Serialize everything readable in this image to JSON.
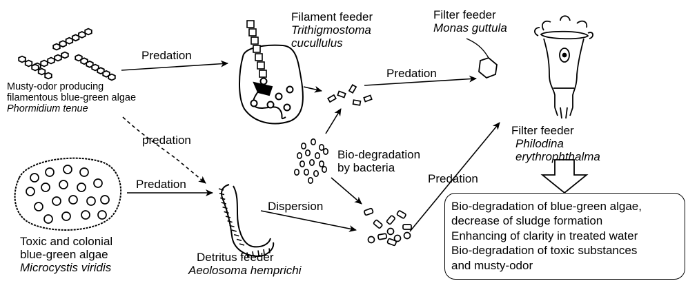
{
  "organisms": {
    "phormidium": {
      "line1": "Musty-odor producing",
      "line2": "filamentous blue-green algae",
      "species": "Phormidium tenue"
    },
    "microcystis": {
      "line1": "Toxic and colonial",
      "line2": "blue-green algae",
      "species": "Microcystis viridis"
    },
    "trithigmostoma": {
      "role": "Filament feeder",
      "species_line1": "Trithigmostoma",
      "species_line2": "cucullulus"
    },
    "monas": {
      "role": "Filter feeder",
      "species": "Monas guttula"
    },
    "philodina": {
      "role": "Filter feeder",
      "species_line1": "Philodina",
      "species_line2": "erythrophthalma"
    },
    "aeolosoma": {
      "role": "Detritus feeder",
      "species": "Aeolosoma hemprichi"
    },
    "bacteria": {
      "line1": "Bio-degradation",
      "line2": "by bacteria"
    }
  },
  "edges": {
    "predation_top": "Predation",
    "predation_dashed": "predation",
    "predation_mid": "Predation",
    "predation_right": "Predation",
    "predation_lower": "Predation",
    "dispersion": "Dispersion"
  },
  "outcomes": [
    "Bio-degradation of blue-green algae,",
    "decrease of sludge formation",
    "Enhancing of clarity in treated water",
    "Bio-degradation of toxic substances",
    "and  musty-odor"
  ]
}
